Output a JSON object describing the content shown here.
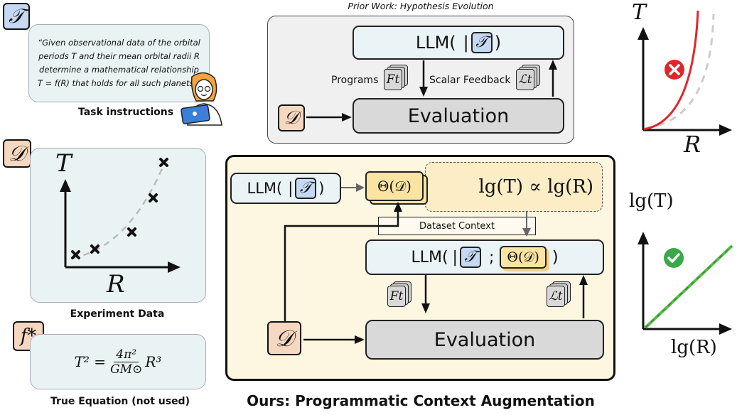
{
  "symbols": {
    "task_symbol": "𝒯",
    "data_symbol": "𝒟",
    "truth_symbol": "f*",
    "programs_symbol": "Ft",
    "loss_symbol": "ℒt",
    "theta": "Θ(𝒟)"
  },
  "left": {
    "instruction_text": "“Given observational data of the orbital periods T and their mean orbital radii R determine a mathematical relationship T = f(R) that holds for all such planets.”",
    "task_caption": "Task instructions",
    "plot_y": "T",
    "plot_x": "R",
    "experiment_caption": "Experiment Data",
    "equation": "T² = 4π² / GM⊙ R³",
    "eq_lhs": "T² =",
    "eq_num": "4π²",
    "eq_den": "GM⊙",
    "eq_rhs": "R³",
    "true_caption": "True Equation (not used)"
  },
  "prior": {
    "title": "Prior Work: Hypothesis Evolution",
    "llm_label": "LLM(",
    "llm_close": ")",
    "programs_label": "Programs",
    "scalar_label": "Scalar Feedback",
    "evaluation_label": "Evaluation"
  },
  "ours": {
    "llm_label": "LLM(",
    "llm_close": ")",
    "relation": "lg(T) ∝ lg(R)",
    "dataset_context": "Dataset Context",
    "llm2_label": "LLM(",
    "llm2_sep": ";",
    "llm2_close": ")",
    "evaluation_label": "Evaluation",
    "caption": "Ours: Programmatic Context Augmentation"
  },
  "right": {
    "top_y": "T",
    "top_x": "R",
    "bottom_y": "lg(T)",
    "bottom_x": "lg(R)"
  },
  "colors": {
    "accent_red": "#e0262b",
    "accent_green": "#3aa94a",
    "ours_bg": "#fdf6e0",
    "prior_bg": "#f0f0f0"
  }
}
